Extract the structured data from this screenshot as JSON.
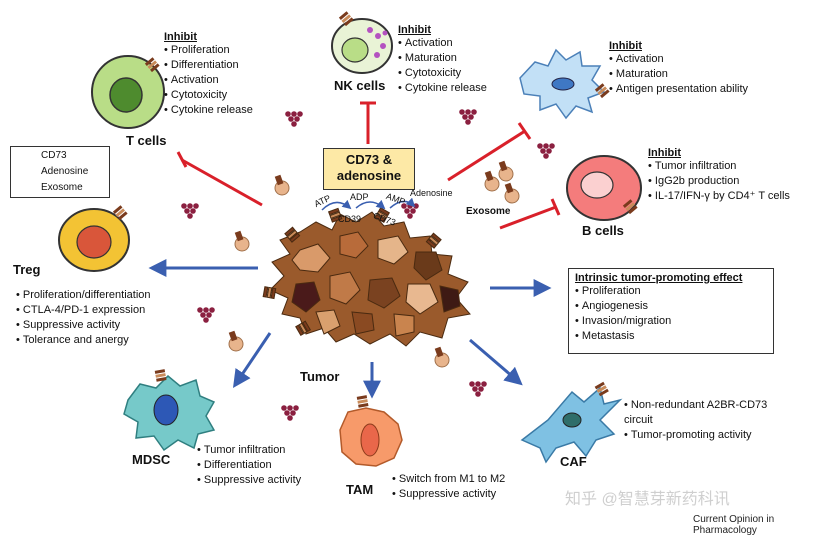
{
  "center": {
    "line1": "CD73 &",
    "line2": "adenosine"
  },
  "legend": {
    "cd73": "CD73",
    "adenosine": "Adenosine",
    "exosome": "Exosome"
  },
  "enzymes": {
    "atp": "ATP",
    "adp": "ADP",
    "amp": "AMP",
    "cd39": "CD39",
    "cd73": "CD73",
    "adenosine": "Adenosine"
  },
  "nk": {
    "label": "NK cells",
    "title": "Inhibit",
    "items": [
      "Activation",
      "Maturation",
      "Cytotoxicity",
      "Cytokine release"
    ]
  },
  "tcells": {
    "label": "T cells",
    "title": "Inhibit",
    "items": [
      "Proliferation",
      "Differentiation",
      "Activation",
      "Cytotoxicity",
      "Cytokine release"
    ]
  },
  "dc": {
    "title": "Inhibit",
    "items": [
      "Activation",
      "Maturation",
      "Antigen presentation ability"
    ]
  },
  "bcells": {
    "label": "B cells",
    "title": "Inhibit",
    "items": [
      "Tumor infiltration",
      "IgG2b production",
      "IL-17/IFN-γ by CD4⁺ T cells"
    ]
  },
  "exosome_label": "Exosome",
  "treg": {
    "label": "Treg",
    "items": [
      "Proliferation/differentiation",
      "CTLA-4/PD-1 expression",
      "Suppressive activity",
      "Tolerance and anergy"
    ]
  },
  "intrinsic": {
    "title": "Intrinsic tumor-promoting effect",
    "items": [
      "Proliferation",
      "Angiogenesis",
      "Invasion/migration",
      "Metastasis"
    ]
  },
  "tumor_label": "Tumor",
  "mdsc": {
    "label": "MDSC",
    "items": [
      "Tumor infiltration",
      "Differentiation",
      "Suppressive activity"
    ]
  },
  "tam": {
    "label": "TAM",
    "items": [
      "Switch from M1 to M2",
      "Suppressive activity"
    ]
  },
  "caf": {
    "label": "CAF",
    "items": [
      "Non-redundant A2BR-CD73 circuit",
      "Tumor-promoting activity"
    ]
  },
  "watermark": "知乎 @智慧芽新药科讯",
  "source": "Current Opinion in Pharmacology",
  "colors": {
    "inhibit": "#d9202a",
    "arrow": "#3a5fb0",
    "adenosine": "#8b2040",
    "cd73": "#7a3b1d",
    "exosome": "#d9a47a"
  }
}
